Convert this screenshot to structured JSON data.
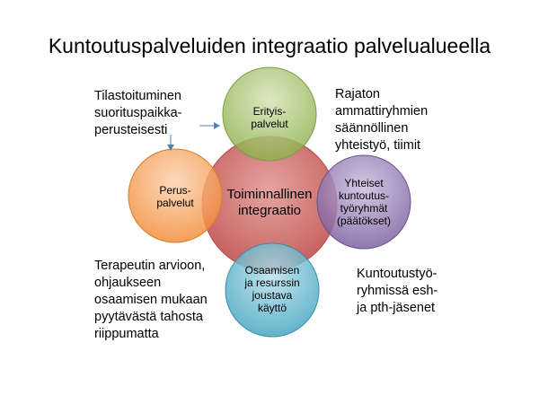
{
  "title": "Kuntoutuspalveluiden integraatio palvelualueella",
  "circles": {
    "center": "Toiminnallinen\nintegraatio",
    "top": "Erityis-\npalvelut",
    "left": "Perus-\npalvelut",
    "right": "Yhteiset\nkuntoutus-\ntyöryhmät\n(päätökset)",
    "bottom": "Osaamisen\nja resurssin\njoustava\nkäyttö"
  },
  "notes": {
    "top_left": "Tilastoituminen\nsuorituspaikka-\nperusteisesti",
    "top_right": "Rajaton\nammattiryhmien\nsäännöllinen\nyhteistyö, tiimit",
    "bottom_left": "Terapeutin arvioon,\nohjaukseen\nosaamisen mukaan\npyytävästä tahosta\nriippumatta",
    "bottom_right": "Kuntoutustyö-\nryhmissä esh-\nja pth-jäsenet"
  },
  "colors": {
    "center": "#c0504d",
    "top": "#9bbb59",
    "left": "#f79646",
    "right": "#8064a2",
    "bottom": "#4bacc6",
    "arrow": "#4f81bd"
  }
}
